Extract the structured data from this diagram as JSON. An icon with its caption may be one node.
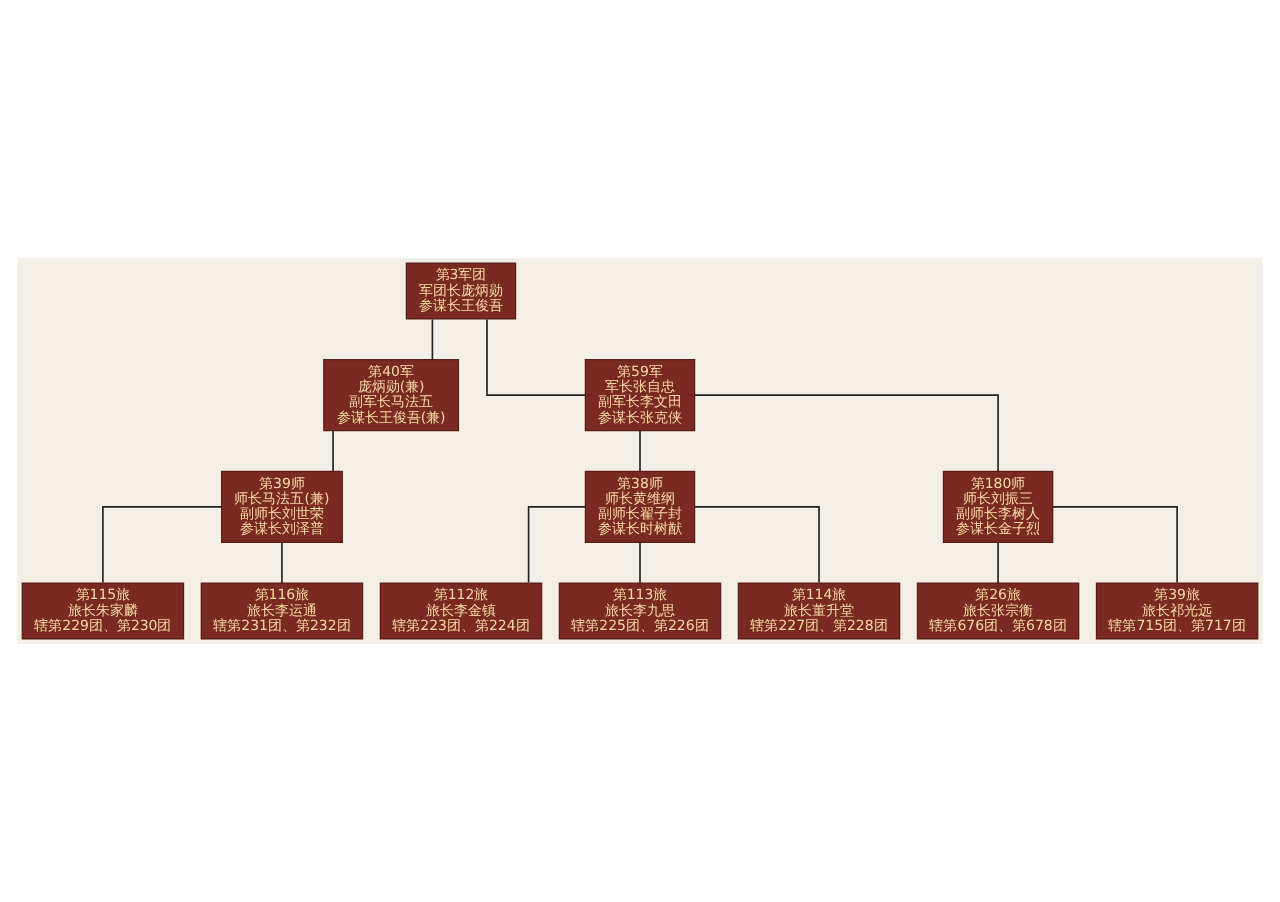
{
  "diagram": {
    "nodes": [
      {
        "text": [
          "第3军团",
          "军团长庞炳勋",
          "参谋长王俊吾"
        ]
      },
      {
        "text": [
          "第40军",
          "庞炳勋(兼)",
          "副军长马法五",
          "参谋长王俊吾(兼)"
        ]
      },
      {
        "text": [
          "第59军",
          "军长张自忠",
          "副军长李文田",
          "参谋长张克侠"
        ]
      },
      {
        "text": [
          "第39师",
          "师长马法五(兼)",
          "副师长刘世荣",
          "参谋长刘泽普"
        ]
      },
      {
        "text": [
          "第38师",
          "师长黄维纲",
          "副师长翟子封",
          "参谋长时树猷"
        ]
      },
      {
        "text": [
          "第180师",
          "师长刘振三",
          "副师长李树人",
          "参谋长金子烈"
        ]
      },
      {
        "text": [
          "第115旅",
          "旅长朱家麟",
          "辖第229团、第230团"
        ]
      },
      {
        "text": [
          "第116旅",
          "旅长李运通",
          "辖第231团、第232团"
        ]
      },
      {
        "text": [
          "第112旅",
          "旅长李金镇",
          "辖第223团、第224团"
        ]
      },
      {
        "text": [
          "第113旅",
          "旅长李九思",
          "辖第225团、第226团"
        ]
      },
      {
        "text": [
          "第114旅",
          "旅长董升堂",
          "辖第227团、第228团"
        ]
      },
      {
        "text": [
          "第26旅",
          "旅长张宗衡",
          "辖第676团、第678团"
        ]
      },
      {
        "text": [
          "第39旅",
          "旅长祁光远",
          "辖第715团、第717团"
        ]
      }
    ],
    "edges": [
      {
        "from": 0,
        "to": 1,
        "arrow": "none"
      },
      {
        "from": 0,
        "to": 2,
        "arrow": "none"
      },
      {
        "from": 1,
        "to": 3,
        "arrow": "none"
      },
      {
        "from": 2,
        "to": 4,
        "arrow": "none"
      },
      {
        "from": 2,
        "to": 5,
        "arrow": "none"
      },
      {
        "from": 3,
        "to": 6,
        "arrow": "none"
      },
      {
        "from": 3,
        "to": 7,
        "arrow": "none"
      },
      {
        "from": 4,
        "to": 8,
        "arrow": "none"
      },
      {
        "from": 4,
        "to": 9,
        "arrow": "none"
      },
      {
        "from": 4,
        "to": 10,
        "arrow": "none"
      },
      {
        "from": 5,
        "to": 11,
        "arrow": "none"
      },
      {
        "from": 5,
        "to": 12,
        "arrow": "none"
      }
    ]
  }
}
